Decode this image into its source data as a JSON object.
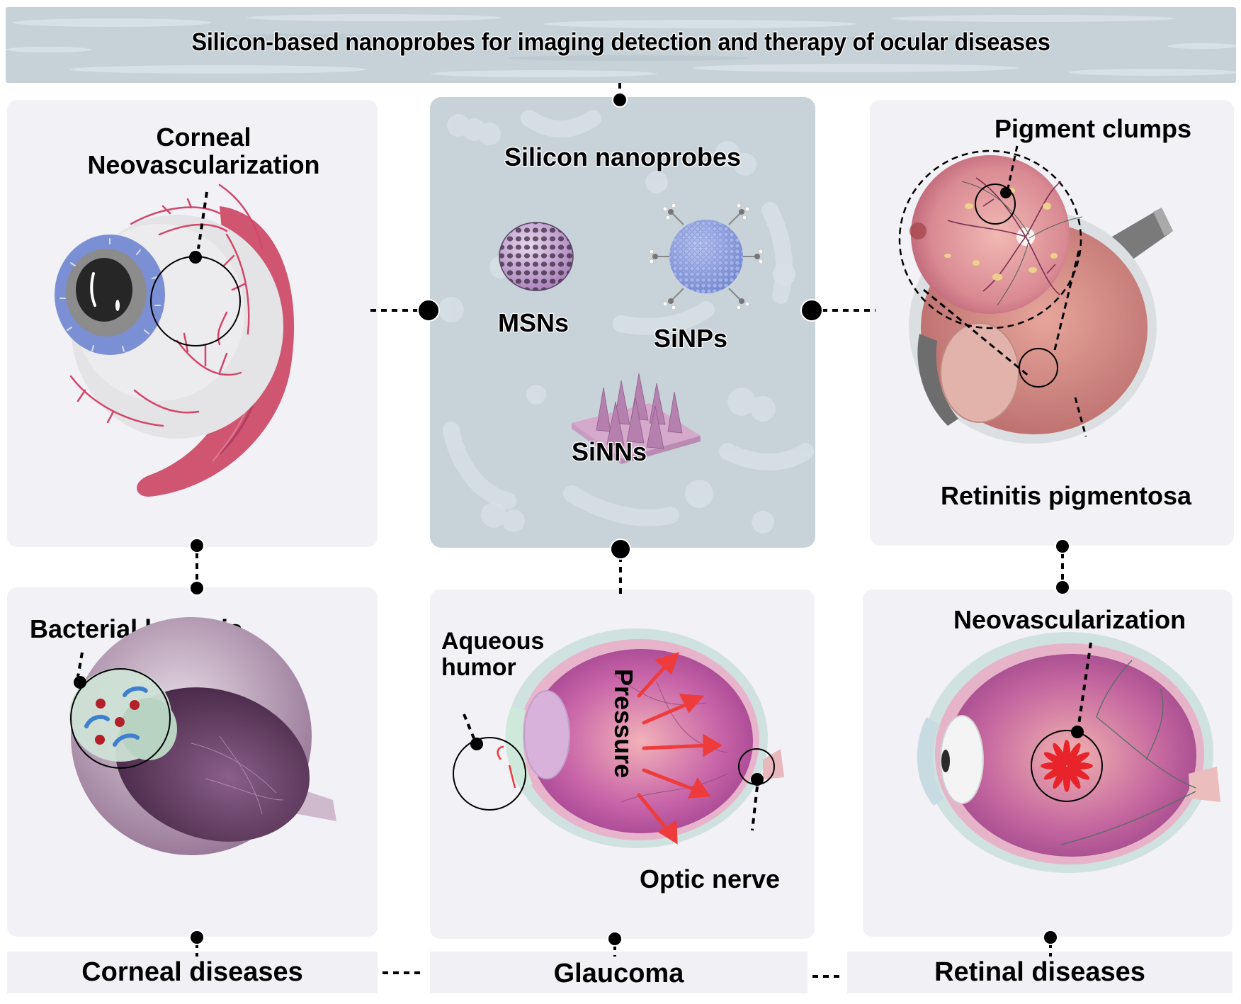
{
  "title": "Silicon-based nanoprobes for imaging detection and therapy of ocular diseases",
  "colors": {
    "banner_bg": "#c6d1d8",
    "panel_bg": "#f2f1f6",
    "center_panel_bg": "#c7d2d9",
    "connector": "#000000",
    "vessel_red": "#d2466a",
    "iris_blue": "#7b8fd4",
    "arrow_red": "#ee3b3b",
    "msn_purple": "#c9a6d6",
    "sinp_blue": "#93a4e0"
  },
  "center_panel": {
    "title": "Silicon nanoprobes",
    "probes": [
      {
        "label": "MSNs",
        "icon": "mesoporous-silica-nanoparticle-icon"
      },
      {
        "label": "SiNPs",
        "icon": "silicon-nanoparticle-icon"
      },
      {
        "label": "SiNNs",
        "icon": "silicon-nanoneedles-icon"
      }
    ]
  },
  "panels": {
    "corneal_neovascularization": {
      "line1": "Corneal",
      "line2": "Neovascularization",
      "illustration": "eyeball-with-vessels-icon"
    },
    "retinitis_pigmentosa": {
      "callout_top": "Pigment clumps",
      "callout_bottom": "Retinitis pigmentosa",
      "illustration": "retina-fundus-eye-icon"
    },
    "bacterial_keratitis": {
      "callout": "Bacterial keratitis",
      "illustration": "eye-cross-section-bacteria-icon"
    },
    "glaucoma": {
      "callout_left_line1": "Aqueous",
      "callout_left_line2": "humor",
      "center_text": "Pressure",
      "callout_bottom": "Optic nerve",
      "illustration": "eye-pressure-cross-section-icon"
    },
    "retinal_neovascularization": {
      "callout": "Neovascularization",
      "illustration": "eye-neovascular-cross-section-icon"
    }
  },
  "categories": [
    {
      "label": "Corneal diseases"
    },
    {
      "label": "Glaucoma"
    },
    {
      "label": "Retinal diseases"
    }
  ]
}
